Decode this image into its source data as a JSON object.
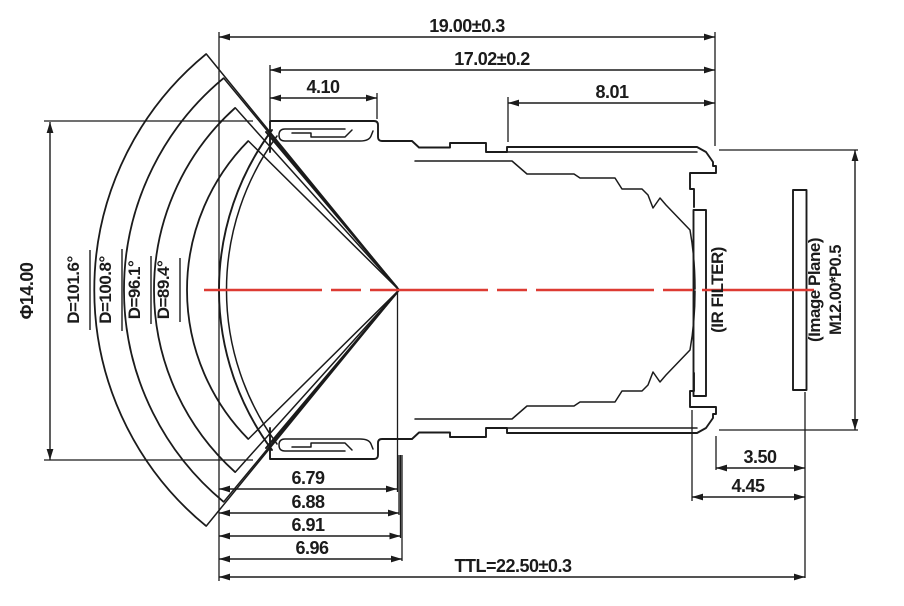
{
  "drawing": {
    "title": "M12 wide-angle lens outline drawing",
    "background_color": "#ffffff",
    "line_color": "#1b1b1b",
    "centerline_color": "#dd3b33"
  },
  "dims": {
    "overall": "19.00±0.3",
    "body": "17.02±0.2",
    "cap": "4.10",
    "thread_len": "8.01",
    "front_dia": "Φ14.00",
    "p1": "6.79",
    "p2": "6.88",
    "p3": "6.91",
    "p4": "6.96",
    "back1": "3.50",
    "back2": "4.45",
    "ttl": "TTL=22.50±0.3"
  },
  "fov": [
    {
      "label": "D=101.6°"
    },
    {
      "label": "D=100.8°"
    },
    {
      "label": "D=96.1°"
    },
    {
      "label": "D=89.4°"
    }
  ],
  "labels": {
    "ir_filter": "(IR FILTER)",
    "image_plane": "(Image Plane)",
    "thread_spec": "M12.00*P0.5"
  }
}
